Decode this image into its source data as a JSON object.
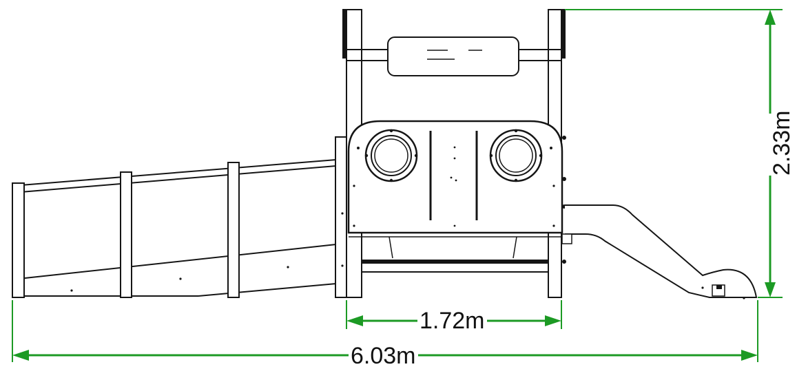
{
  "colors": {
    "dimension_line": "#1c9a24",
    "outline": "#151515"
  },
  "dimensions": {
    "width": "1.72m",
    "total_length": "6.03m",
    "height": "2.33m"
  }
}
